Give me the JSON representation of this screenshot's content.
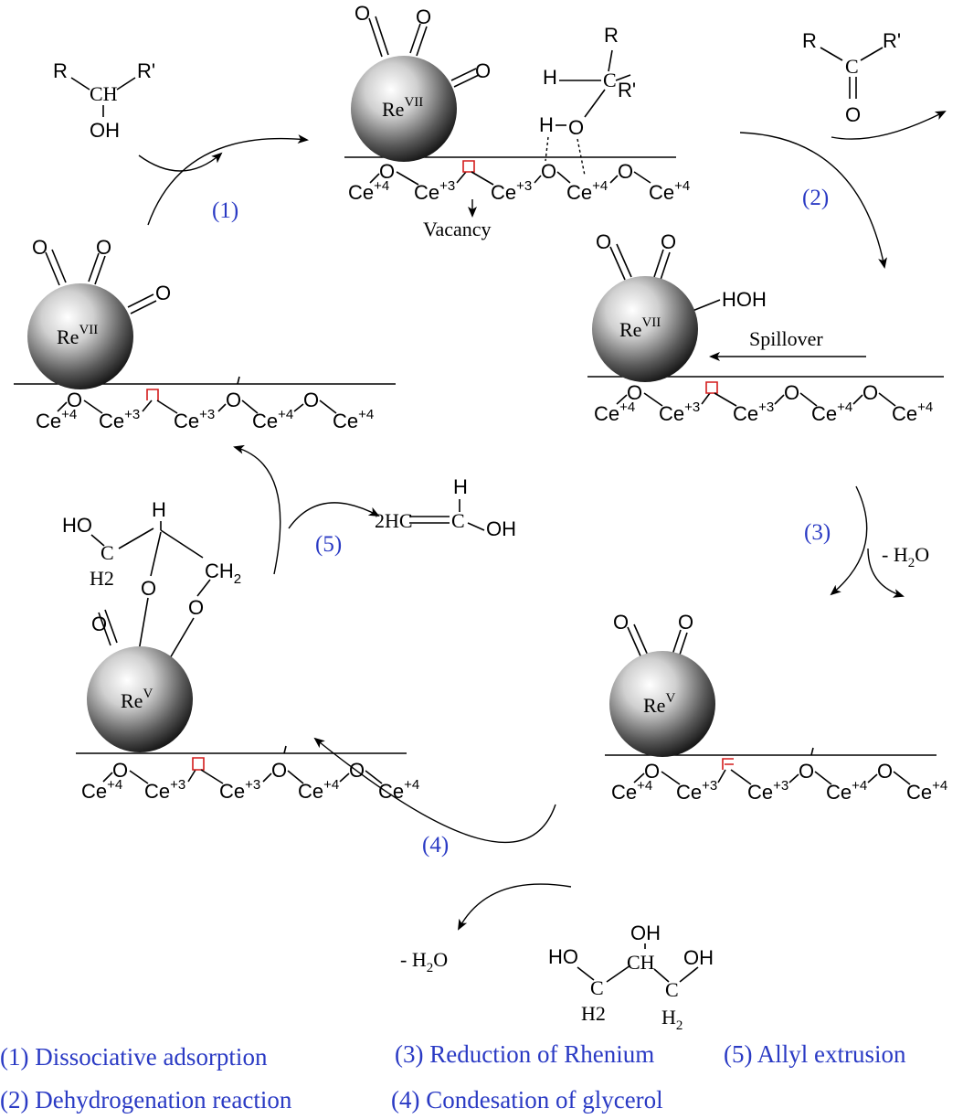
{
  "rhenium": {
    "re7": {
      "base": "Re",
      "sup": "VII"
    },
    "re5": {
      "base": "Re",
      "sup": "V"
    }
  },
  "lattice": {
    "ce": "Ce",
    "o": "O",
    "plus4": "+4",
    "plus3": "+3"
  },
  "molecules": {
    "alcohol": {
      "r": "R",
      "r_prime": "R'",
      "ch": "CH",
      "oh": "OH"
    },
    "adsorbed_alcohol": {
      "h1": "H",
      "r": "R",
      "r_prime": "R'",
      "c": "C",
      "h_o": "H",
      "o": "O"
    },
    "ketone": {
      "r": "R",
      "r_prime": "R'",
      "c": "C",
      "o": "O"
    },
    "hoh": "HOH",
    "o_label": "O",
    "enol": {
      "prefix": "2HC",
      "h": "H",
      "c": "C",
      "oh": "OH"
    },
    "glycerol": {
      "ho": "HO",
      "oh_top": "OH",
      "ch": "CH",
      "oh_right": "OH",
      "c1": "C",
      "h2_left": "H2",
      "c2": "C",
      "h2_right": "H",
      "h2_right_sub": "2"
    },
    "diolate": {
      "ho": "HO",
      "h": "H",
      "c": "C",
      "h2": "H2",
      "ch2": "CH",
      "ch2_sub": "2",
      "o1": "O",
      "o2": "O"
    }
  },
  "labels": {
    "vacancy": "Vacancy",
    "spillover": "Spillover",
    "minus_h2o_3": {
      "text": "- H",
      "sub": "2",
      "end": "O"
    },
    "minus_h2o_4": {
      "text": "- H",
      "sub": "2",
      "end": "O"
    }
  },
  "steps": {
    "s1": "(1)",
    "s2": "(2)",
    "s3": "(3)",
    "s4": "(4)",
    "s5": "(5)"
  },
  "legend": [
    "(1) Dissociative adsorption",
    "(2) Dehydrogenation reaction",
    "(3) Reduction of Rhenium",
    "(4) Condesation of glycerol",
    "(5) Allyl extrusion"
  ]
}
